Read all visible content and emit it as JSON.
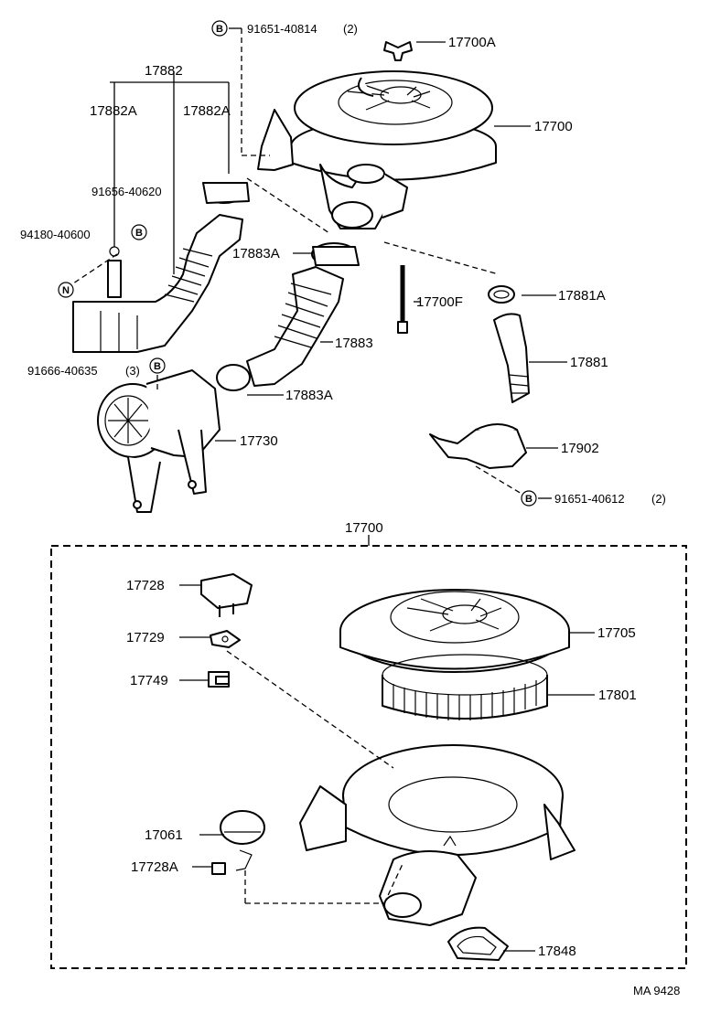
{
  "diagram_code": "MA 9428",
  "labels": {
    "l_91651_40814": "91651-40814",
    "l_91651_40814_qty": "(2)",
    "l_17700A": "17700A",
    "l_17882": "17882",
    "l_17882A_left": "17882A",
    "l_17882A_right": "17882A",
    "l_17700_top": "17700",
    "l_91656_40620": "91656-40620",
    "l_94180_40600": "94180-40600",
    "l_17883A_top": "17883A",
    "l_17700F": "17700F",
    "l_17881A": "17881A",
    "l_17883": "17883",
    "l_17881": "17881",
    "l_91666_40635": "91666-40635",
    "l_91666_40635_qty": "(3)",
    "l_17883A_bottom": "17883A",
    "l_17730": "17730",
    "l_17902": "17902",
    "l_91651_40612": "91651-40612",
    "l_91651_40612_qty": "(2)",
    "l_17700_group": "17700",
    "l_17728": "17728",
    "l_17705": "17705",
    "l_17729": "17729",
    "l_17749": "17749",
    "l_17801": "17801",
    "l_17061": "17061",
    "l_17728A": "17728A",
    "l_17848": "17848"
  },
  "callout_letters": {
    "b1": "B",
    "b2": "B",
    "b3": "B",
    "b4": "B",
    "n1": "N"
  }
}
